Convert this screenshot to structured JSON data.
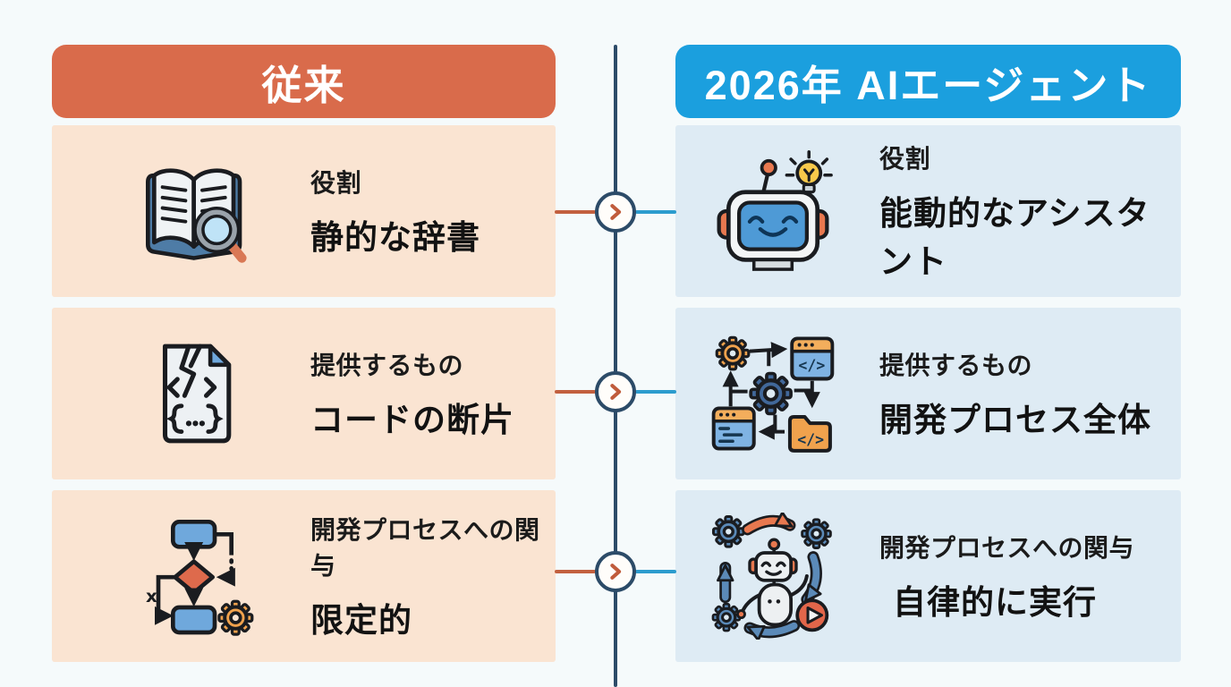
{
  "page": {
    "background": "#F5FAFB",
    "text_color": "#1B1B1B"
  },
  "left_column": {
    "header": {
      "label": "従来"
    },
    "colors": {
      "header_bg": "#D96B4B",
      "header_text": "#FFFFFF",
      "row_bg": "#FAE4D2",
      "connector": "#C2603F"
    },
    "rows": [
      {
        "icon": "open-book-magnifier-icon",
        "label": "役割",
        "value": "静的な辞書"
      },
      {
        "icon": "broken-code-document-icon",
        "label": "提供するもの",
        "value": "コードの断片"
      },
      {
        "icon": "flowchart-gear-icon",
        "label": "開発プロセスへの関与",
        "value": "限定的"
      }
    ]
  },
  "right_column": {
    "header": {
      "label": "2026年 AIエージェント"
    },
    "colors": {
      "header_bg": "#1B9FDE",
      "header_text": "#FFFFFF",
      "row_bg": "#DEEBF4",
      "connector": "#2C9CCE"
    },
    "rows": [
      {
        "icon": "robot-lightbulb-icon",
        "label": "役割",
        "value": "能動的なアシスタント"
      },
      {
        "icon": "gears-workflow-icon",
        "label": "提供するもの",
        "value": "開発プロセス全体"
      },
      {
        "icon": "autonomous-robot-cycle-icon",
        "label": "開発プロセスへの関与",
        "value": "自律的に実行"
      }
    ]
  },
  "timeline": {
    "spine_color": "#2C4B68",
    "node_icon": "chevron-right-icon",
    "node_fill": "#FFFDFA",
    "chevron_color": "#C05B3B"
  }
}
